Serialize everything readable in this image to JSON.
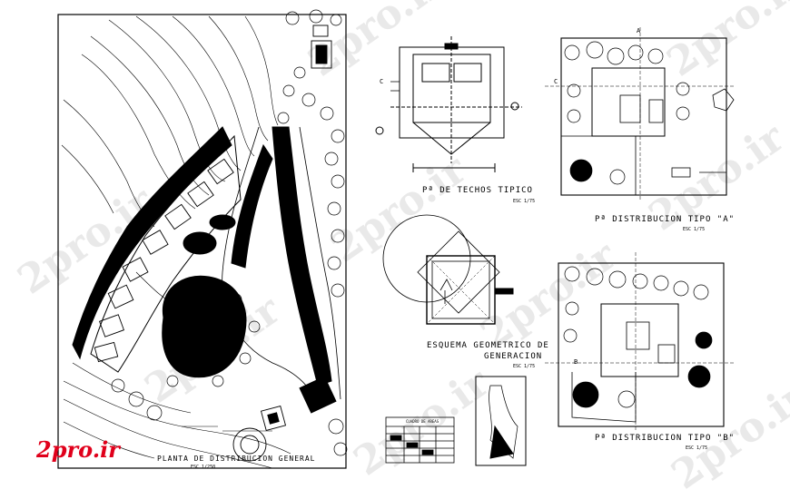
{
  "watermark": {
    "text": "2pro.ir",
    "color": "#d7d7d7"
  },
  "logo": {
    "text": "2pro.ir",
    "color": "#e0001b"
  },
  "drawings": {
    "site_plan": {
      "title": "PLANTA DE DISTRIBUCION GENERAL",
      "scale": "ESC 1/250"
    },
    "roof_plan": {
      "title": "Pª  DE TECHOS TIPICO",
      "scale": "ESC 1/75"
    },
    "geometric": {
      "title_line1": "ESQUEMA GEOMETRICO DE",
      "title_line2": "GENERACION",
      "scale": "ESC 1/75"
    },
    "type_a": {
      "title": "Pª  DISTRIBUCION TIPO \"A\"",
      "scale": "ESC 1/75"
    },
    "type_b": {
      "title": "Pª  DISTRIBUCION TIPO \"B\"",
      "scale": "ESC 1/75"
    },
    "table": {
      "title": "CUADRO DE AREAS"
    }
  },
  "markers": {
    "a": "A",
    "b": "B",
    "c": "C"
  }
}
